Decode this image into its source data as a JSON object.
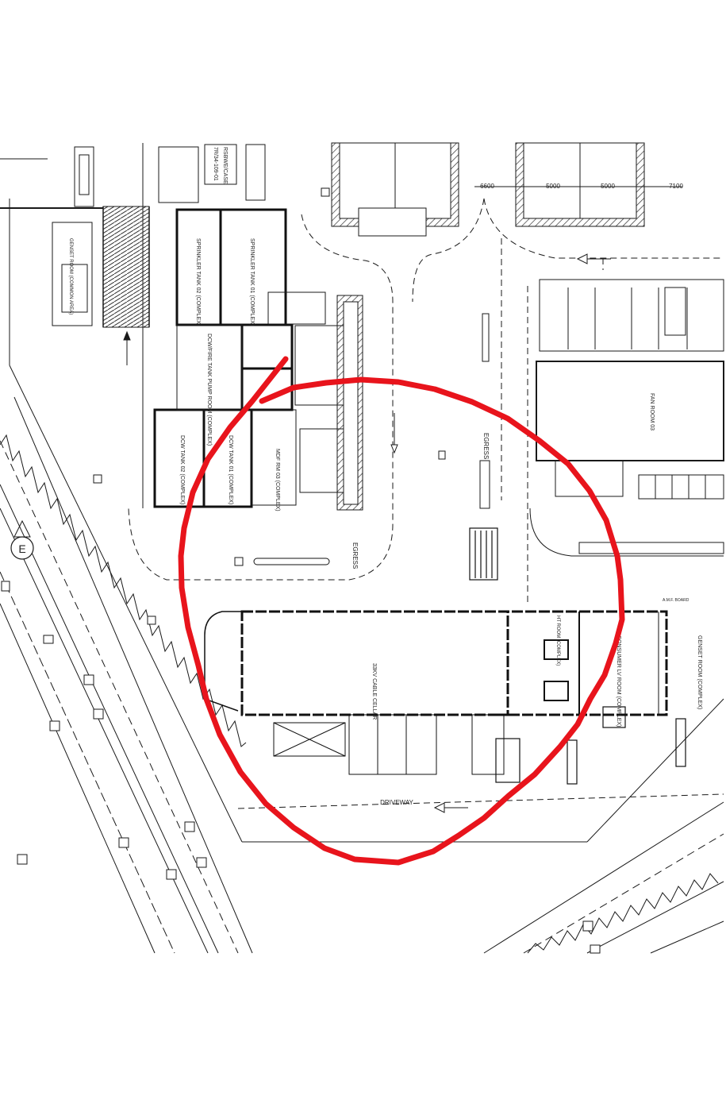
{
  "drawing": {
    "rooms": {
      "sprinkler_tank_01": "SPRINKLER TANK 01 (COMPLEX)",
      "sprinkler_tank_02": "SPRINKLER TANK 02 (COMPLEX)",
      "dcw_tank_01": "DCW TANK 01 (COMPLEX)",
      "dcw_tank_02": "DCW TANK 02 (COMPLEX)",
      "pump_room": "DCW/FIRE TANK PUMP ROOM (COMPLEX)",
      "mdf_room": "MDF RM 03 (COMPLEX)",
      "fan_room": "FAN ROOM 03",
      "cable_cellar": "33KV CABLE CELLAR",
      "consumer_room": "CONSUMER LV ROOM (COMPLEX)",
      "ht_room": "HT ROOM (COMPLEX)",
      "genset_room": "GENSET ROOM (COMPLEX)",
      "genset_room_left": "GENSET ROOM (COMMON AREA)"
    },
    "traffic": {
      "egress_1": "EGRESS",
      "egress_2": "EGRESS",
      "driveway": "DRIVEWAY"
    },
    "dimensions": {
      "d1": "6600",
      "d2": "5000",
      "d3": "5000",
      "d4": "7100"
    },
    "misc": {
      "north_marker": "E",
      "ref_label": "RSBWE/CASE",
      "ref_code": "7R/34-109-01",
      "earth_pit": "A.M.F. BOARD"
    }
  },
  "annotation": {
    "stroke_color": "#e8141c",
    "line_color": "#1a1a1a"
  }
}
